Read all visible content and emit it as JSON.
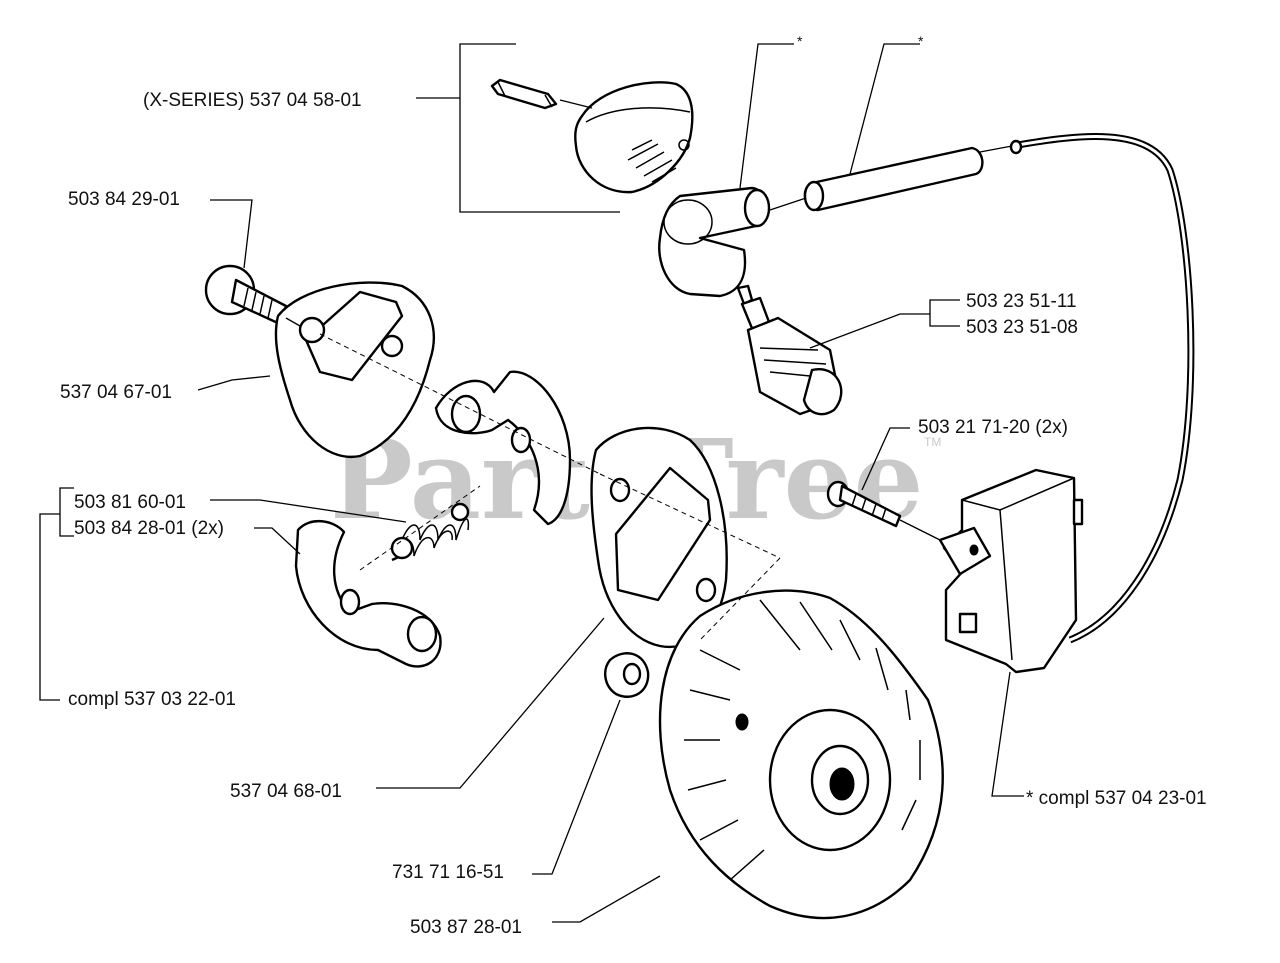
{
  "watermark": {
    "text": "PartsTree",
    "tm": "TM"
  },
  "labels": {
    "cover": "(X-SERIES) 537 04 58-01",
    "screw_top": "503 84 29-01",
    "plate_left": "537 04 67-01",
    "spring_a": "503 81 60-01",
    "spring_b": "503 84 28-01 (2x)",
    "clutch_compl": "compl 537 03 22-01",
    "plate_mid": "537 04 68-01",
    "washer": "731 71 16-51",
    "flywheel": "503 87 28-01",
    "plug_a": "503 23 51-11",
    "plug_b": "503 23 51-08",
    "coil_screw": "503 21 71-20 (2x)",
    "coil_compl": "* compl 537 04 23-01",
    "star_1": "*",
    "star_2": "*"
  }
}
